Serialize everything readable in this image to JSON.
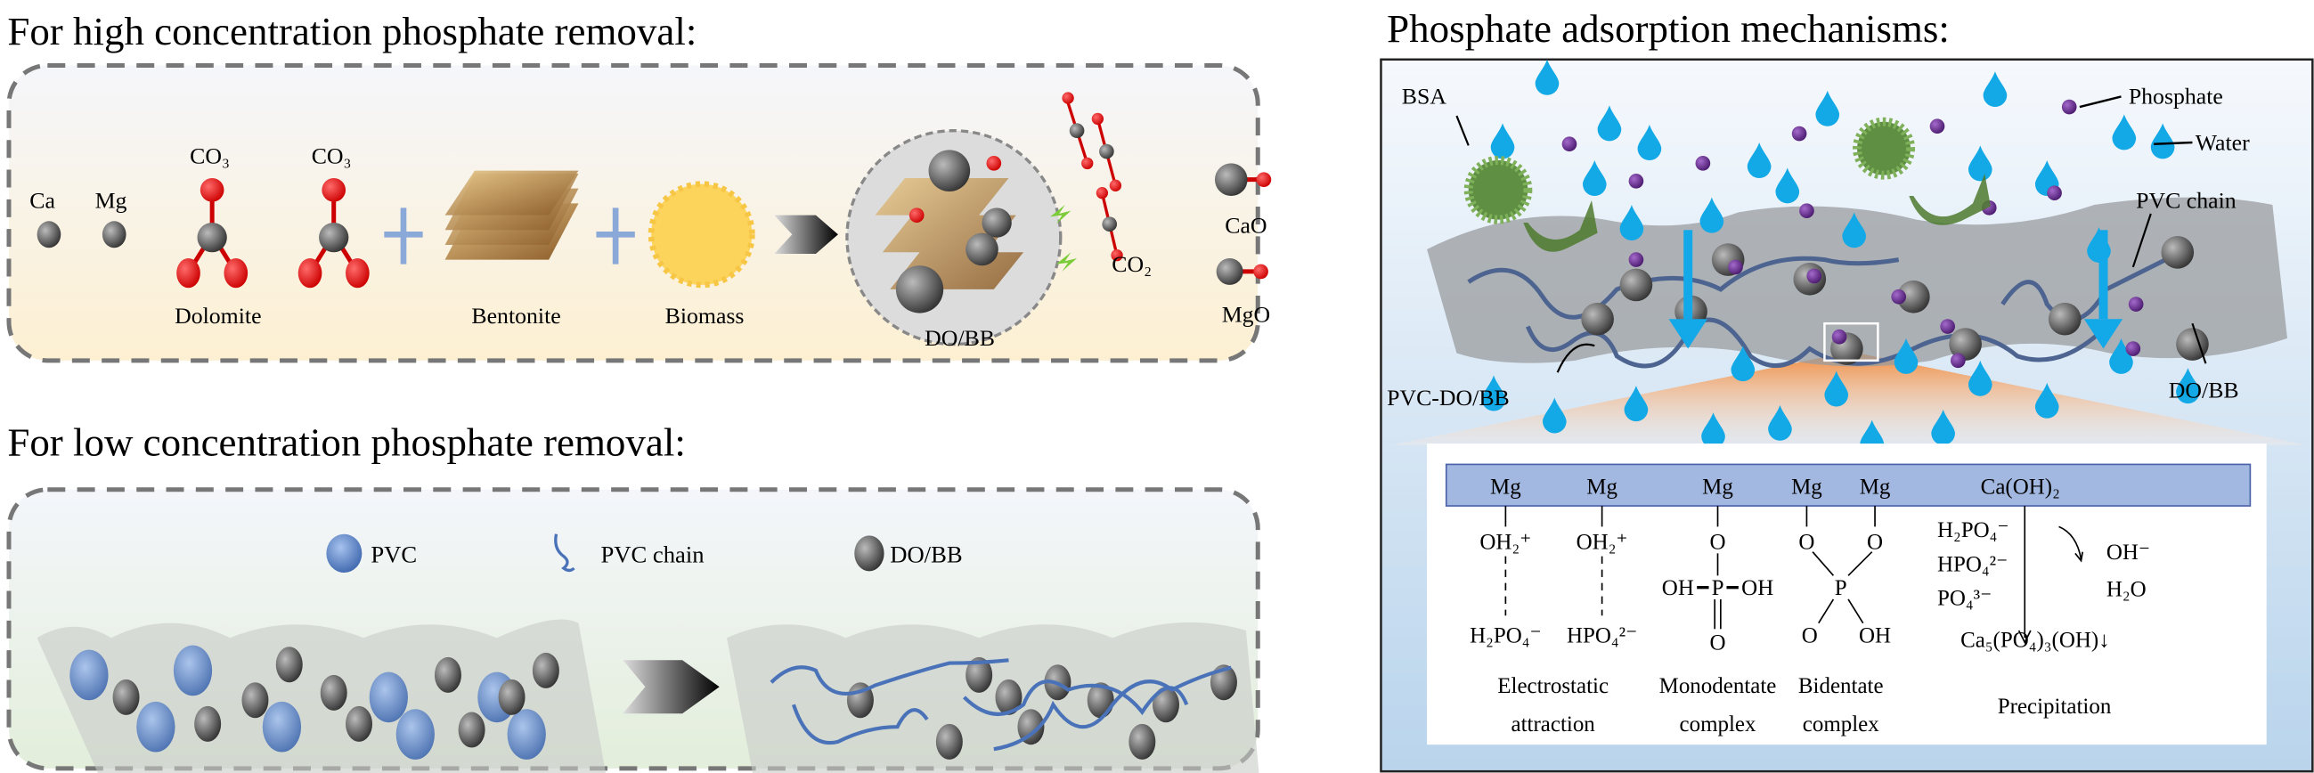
{
  "high": {
    "title": "For high concentration phosphate removal:",
    "ca": "Ca",
    "mg": "Mg",
    "co3_a": "CO₃",
    "co3_b": "CO₃",
    "dolomite": "Dolomite",
    "bentonite": "Bentonite",
    "biomass": "Biomass",
    "dobb": "DO/BB",
    "co2": "CO₂",
    "cao": "CaO",
    "mgo": "MgO"
  },
  "low": {
    "title": "For low concentration phosphate removal:",
    "legend_pvc": "PVC",
    "legend_chain": "PVC chain",
    "legend_dobb": "DO/BB"
  },
  "mech": {
    "title": "Phosphate adsorption mechanisms:",
    "bsa": "BSA",
    "phosphate": "Phosphate",
    "water": "Water",
    "pvc_chain": "PVC chain",
    "pvc_dobb": "PVC-DO/BB",
    "dobb": "DO/BB",
    "bar": [
      "Mg",
      "Mg",
      "Mg",
      "Mg",
      "Mg",
      "Ca(OH)₂"
    ],
    "electro": {
      "top1": "OH₂⁺",
      "bot1": "H₂PO₄⁻",
      "top2": "OH₂⁺",
      "bot2": "HPO₄²⁻",
      "label1": "Electrostatic",
      "label2": "attraction"
    },
    "mono": {
      "o_top": "O",
      "oh_left": "OH",
      "p": "P",
      "oh_right": "OH",
      "o_bot": "O",
      "label1": "Monodentate",
      "label2": "complex"
    },
    "bi": {
      "o1": "O",
      "o2": "O",
      "p": "P",
      "o3": "O",
      "oh": "OH",
      "label1": "Bidentate",
      "label2": "complex"
    },
    "precip": {
      "ion1": "H₂PO₄⁻",
      "ion2": "HPO₄²⁻",
      "ion3": "PO₄³⁻",
      "oh": "OH⁻",
      "h2o": "H₂O",
      "product": "Ca₅(PO₄)₃(OH)↓",
      "label": "Precipitation"
    }
  },
  "colors": {
    "water": "#12a9e6",
    "phosphate": "#6a2c91",
    "bar": "#a3b8e0",
    "pvc": "#4a72b8"
  }
}
